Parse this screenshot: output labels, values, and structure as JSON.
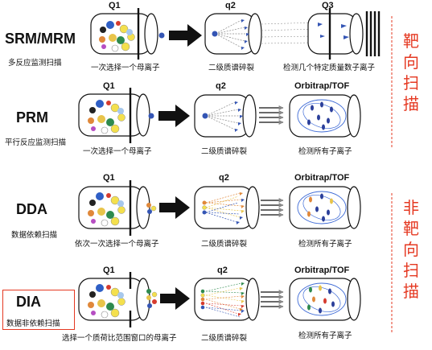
{
  "rows": [
    {
      "mode": "SRM/MRM",
      "mode_cn": "多反应监测扫描",
      "q1": "Q1",
      "q2": "q2",
      "q3": "Q3",
      "cap1": "一次选择一个母离子",
      "cap2": "二级质谱碎裂",
      "cap3": "检测几个特定质量数子离子"
    },
    {
      "mode": "PRM",
      "mode_cn": "平行反应监测扫描",
      "q1": "Q1",
      "q2": "q2",
      "q3": "Orbitrap/TOF",
      "cap1": "一次选择一个母离子",
      "cap2": "二级质谱碎裂",
      "cap3": "检测所有子离子"
    },
    {
      "mode": "DDA",
      "mode_cn": "数据依赖扫描",
      "q1": "Q1",
      "q2": "q2",
      "q3": "Orbitrap/TOF",
      "cap1": "依次一次选择一个母离子",
      "cap2": "二级质谱碎裂",
      "cap3": "检测所有子离子"
    },
    {
      "mode": "DIA",
      "mode_cn": "数据非依赖扫描",
      "q1": "Q1",
      "q2": "q2",
      "q3": "Orbitrap/TOF",
      "cap1": "选择一个质荷比范围窗口的母离子",
      "cap2": "二级质谱碎裂",
      "cap3": "检测所有子离子"
    }
  ],
  "side_labels": {
    "targeted": [
      "靶",
      "向",
      "扫",
      "描"
    ],
    "untargeted": [
      "非",
      "靶",
      "向",
      "扫",
      "描"
    ]
  },
  "colors": {
    "accent": "#e53922",
    "ion_blue": "#3455b4",
    "arrow": "#111111"
  }
}
